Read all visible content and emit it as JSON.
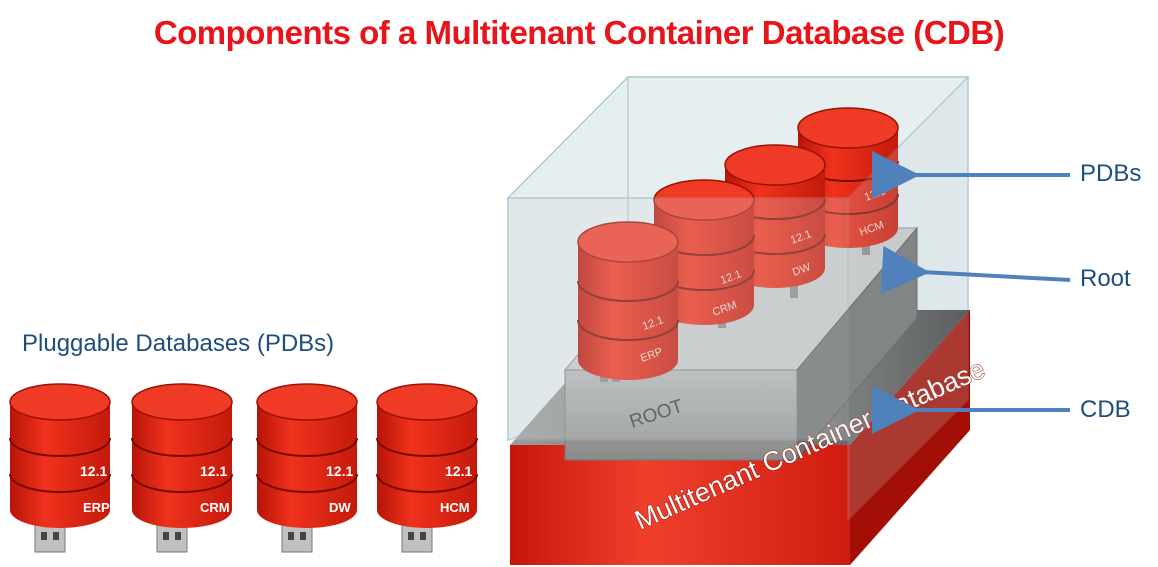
{
  "title": "Components of a Multitenant Container Database (CDB)",
  "left_caption": "Pluggable Databases  (PDBs)",
  "standalone_pdbs": [
    {
      "version": "12.1",
      "name": "ERP"
    },
    {
      "version": "12.1",
      "name": "CRM"
    },
    {
      "version": "12.1",
      "name": "DW"
    },
    {
      "version": "12.1",
      "name": "HCM"
    }
  ],
  "container": {
    "cdb_text": "Multitenant Container Database",
    "root_text": "ROOT",
    "pdbs": [
      {
        "version": "12.1",
        "name": "ERP"
      },
      {
        "version": "12.1",
        "name": "CRM"
      },
      {
        "version": "12.1",
        "name": "DW"
      },
      {
        "version": "12.1",
        "name": "HCM"
      }
    ]
  },
  "labels": {
    "pdbs": "PDBs",
    "root": "Root",
    "cdb": "CDB"
  },
  "colors": {
    "title": "#e8141c",
    "label_text": "#1f4e79",
    "arrow": "#4f81bd",
    "cylinder": "#e02a1a",
    "cylinder_top": "#ef3a26",
    "root_block": "#9a9a9a",
    "glass": "#d9e3e5"
  }
}
